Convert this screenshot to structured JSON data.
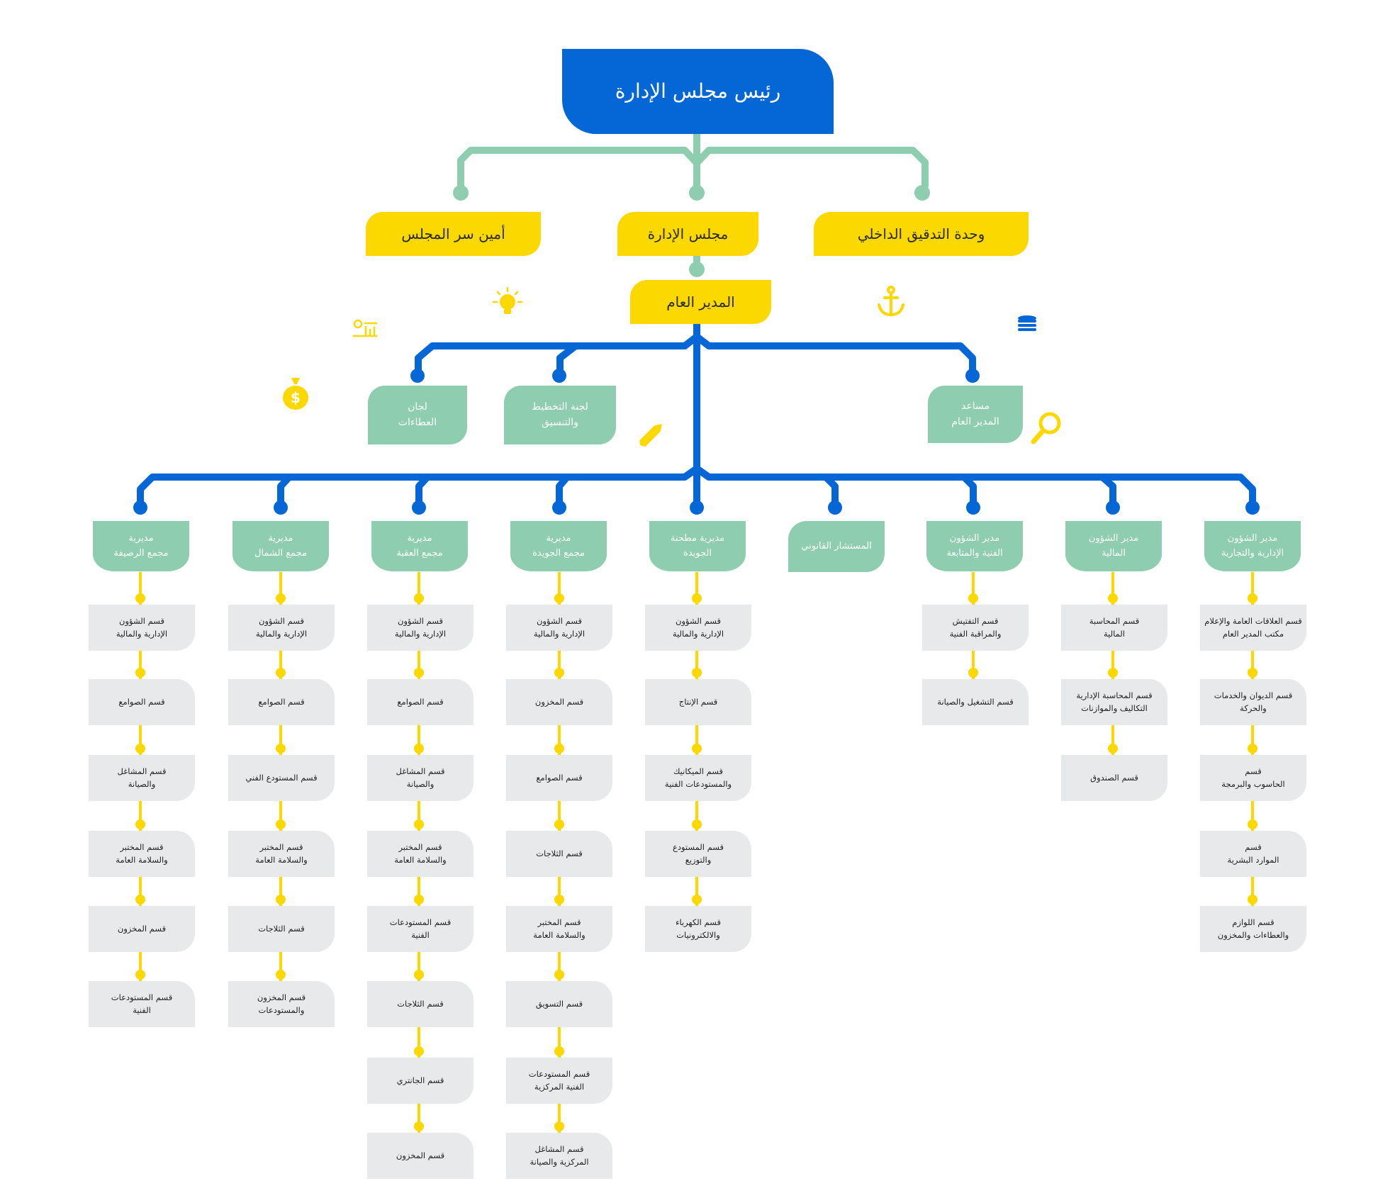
{
  "top": "رئيس مجلس الإدارة",
  "level1": {
    "left": "أمين سر المجلس",
    "center": "مجلس الإدارة",
    "right": "وحدة التدقيق الداخلي"
  },
  "gm": "المدير العام",
  "level3": {
    "committees": "لجان\nالعطاءات",
    "planning": "لجنة التخطيط\nوالتنسيق",
    "assistant": "مساعد\nالمدير العام"
  },
  "columns": [
    {
      "title": "مديرية\nمجمع الرصيفة",
      "depts": [
        "قسم الشؤون\nالإدارية والمالية",
        "قسم الصوامع",
        "قسم المشاغل\nوالصيانة",
        "قسم المختبر\nوالسلامة العامة",
        "قسم المخزون",
        "قسم المستودعات\nالفنية"
      ]
    },
    {
      "title": "مديرية\nمجمع الشمال",
      "depts": [
        "قسم الشؤون\nالإدارية والمالية",
        "قسم الصوامع",
        "قسم المستودع الفني",
        "قسم المختبر\nوالسلامة العامة",
        "قسم الثلاجات",
        "قسم المخزون\nوالمستودعات"
      ]
    },
    {
      "title": "مديرية\nمجمع العقبة",
      "depts": [
        "قسم الشؤون\nالإدارية والمالية",
        "قسم الصوامع",
        "قسم المشاغل\nوالصيانة",
        "قسم المختبر\nوالسلامة العامة",
        "قسم المستودعات\nالفنية",
        "قسم الثلاجات",
        "قسم الجانتري",
        "قسم المخزون"
      ]
    },
    {
      "title": "مديرية\nمجمع الجويدة",
      "depts": [
        "قسم الشؤون\nالإدارية والمالية",
        "قسم المخزون",
        "قسم الصوامع",
        "قسم الثلاجات",
        "قسم المختبر\nوالسلامة العامة",
        "قسم التسويق",
        "قسم المستودعات\nالفنية المركزية",
        "قسم المشاغل\nالمركزية والصيانة"
      ]
    },
    {
      "title": "مديرية مطحنة\nالجويدة",
      "depts": [
        "قسم الشؤون\nالإدارية والمالية",
        "قسم الإنتاج",
        "قسم الميكانيك\nوالمستودعات الفنية",
        "قسم المستودع\nوالتوزيع",
        "قسم الكهرباء\nوالالكترونيات"
      ]
    },
    {
      "title": "المستشار القانوني",
      "depts": []
    },
    {
      "title": "مدير الشؤون\nالفنية والمتابعة",
      "depts": [
        "قسم التفتيش\nوالمراقبة الفنية",
        "قسم التشغيل والصيانة"
      ]
    },
    {
      "title": "مدير الشؤون\nالمالية",
      "depts": [
        "قسم المحاسبة\nالمالية",
        "قسم المحاسبة الإدارية\nالتكاليف والموازنات",
        "قسم الصندوق"
      ]
    },
    {
      "title": "مدير الشؤون\nالإدارية والتجارية",
      "depts": [
        "قسم العلاقات العامة والإعلام\nمكتب المدير العام",
        "قسم الديوان والخدمات\nوالحركة",
        "قسم\nالحاسوب والبرمجة",
        "قسم\nالموارد البشرية",
        "قسم اللوازم\nوالعطاءات والمخزون"
      ]
    }
  ],
  "colors": {
    "blue": "#0467d5",
    "yellow": "#fbd800",
    "teal": "#8ecdb0",
    "gray": "#e8e9ea"
  },
  "icons": [
    "lightbulb-icon",
    "anchor-icon",
    "chart-icon",
    "coins-icon",
    "money-bag-icon",
    "pencil-icon",
    "magnifier-icon"
  ]
}
